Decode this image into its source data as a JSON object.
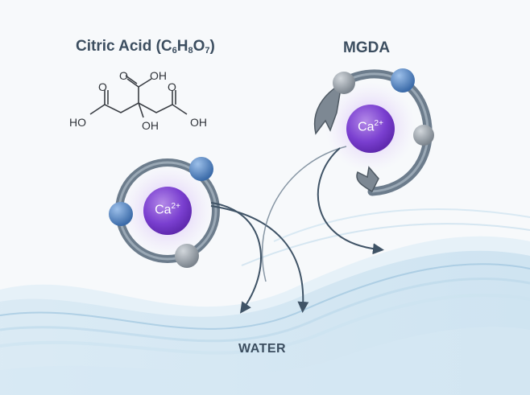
{
  "citric": {
    "name": "Citric Acid (C",
    "sub1": "6",
    "h": "H",
    "sub2": "8",
    "o": "O",
    "sub3": "7",
    "close": ")"
  },
  "mgda": {
    "title": "MGDA"
  },
  "water": {
    "label": "WATER"
  },
  "structure": {
    "oh_top": "OH",
    "oh_left": "HO",
    "oh_right": "OH",
    "oh_center": "OH",
    "o": "O"
  },
  "ion": {
    "symbol": "Ca",
    "charge": "2+"
  },
  "colors": {
    "ring": "#6c7c8c",
    "bead_blue": "#4a7fbf",
    "bead_gray": "#8e979f",
    "ion_purple": "#7a3fd0",
    "water": "#a9cde3",
    "arrow": "#3f5366"
  }
}
